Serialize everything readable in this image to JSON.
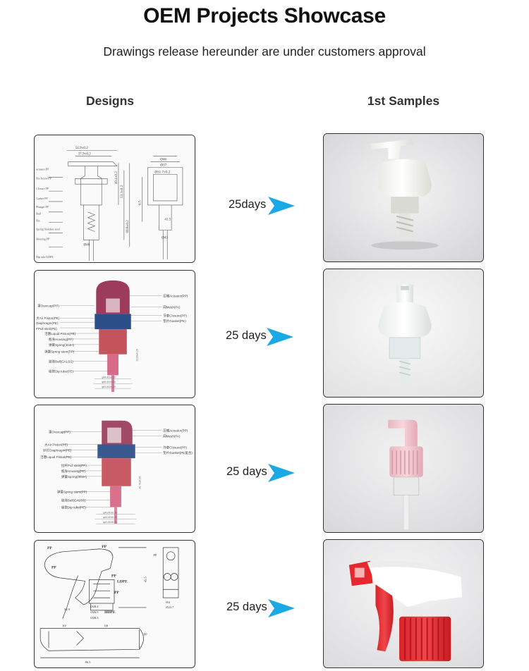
{
  "header": {
    "title": "OEM Projects Showcase",
    "subtitle": "Drawings release hereunder are under customers approval"
  },
  "columns": {
    "designs": "Designs",
    "samples": "1st Samples"
  },
  "accent_color": "#1aa9e6",
  "rows": [
    {
      "days": "25days",
      "drawing_labels": [
        "54.9±0.2",
        "37.9±0.2",
        "Ø46",
        "Ø37",
        "Ø31.7±0.2",
        "Ø43",
        "40.4±0.2",
        "53.3±0.2",
        "68.8±0.2",
        "Ø46",
        "6.5",
        "41.5"
      ],
      "drawing_notes": [
        "actuator PP",
        "Pin Screw PP",
        "Closure PP",
        "Gasket PP",
        "Plunger PP",
        "Ball",
        "Pin",
        "Spring Stainless steel",
        "Housing PP",
        "Dip tube LDPE"
      ]
    },
    {
      "days": "25 days",
      "drawing_labels": [
        "压嘴Actuator(PP)",
        "罩Overcap(PP)",
        "网Mesh(PA)",
        "大Air Piston(PE)",
        "牙套Closure(PP)",
        "Diaphragm(PE)",
        "垫片Gasket(PE)",
        "FPull stick(PE)",
        "活塞Liquid Piston(PE)",
        "瓶身Housing(PP)",
        "弹簧Spring(304H)",
        "弹簧Spring stem(PP)",
        "玻珠Ball(GALSS)",
        "吸管Dip tube(PE)",
        "φ44.40±0.20",
        "φ45.40±0.20",
        "φ43.40±0.20",
        "11.20±0.20"
      ]
    },
    {
      "days": "25 days",
      "drawing_labels": [
        "压嘴Actuator(PP)",
        "罩Overcap(PP)",
        "网Mesh(PA)",
        "大Air Piston(PE)",
        "外套Closure(PP)",
        "针片Diaphragm(PE)",
        "垫片Gasket(PE复合)",
        "活塞Liquid Piston(PE)",
        "拉杆Pull stick(PP)",
        "瓶身Housing(PP)",
        "弹簧Spring(304H)",
        "弹簧Spring stem(PP)",
        "玻珠Ball(GALSS)",
        "吸管Dip tube(PE)",
        "φ40.40±0.20",
        "φ44.40±0.20",
        "φ41.50±0.20",
        "20.70±0.20"
      ]
    },
    {
      "days": "25 days",
      "drawing_labels": [
        "PP",
        "PP",
        "PP",
        "PP",
        "LDPE",
        "PP",
        "HDPE",
        "34.9",
        "Ø28.4",
        "Ø26.5",
        "Ø28.3",
        "Ø4",
        "Ø23.7",
        "45.5",
        "86.5",
        "PP",
        "PP",
        "PP",
        "PP"
      ]
    }
  ]
}
